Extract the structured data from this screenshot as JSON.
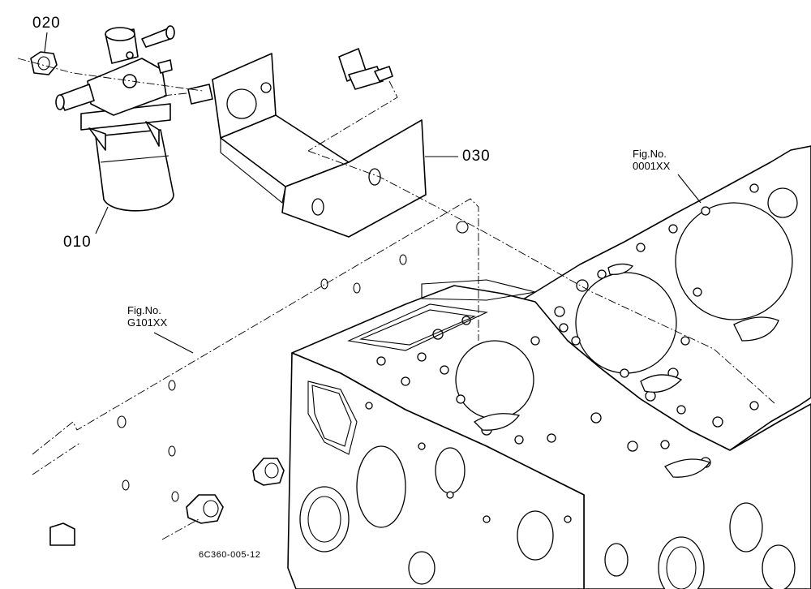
{
  "callouts": {
    "p010": "010",
    "p020": "020",
    "p030": "030"
  },
  "figure_refs": {
    "gasket": {
      "line1": "Fig.No.",
      "line2": "0001XX"
    },
    "block": {
      "line1": "Fig.No.",
      "line2": "G101XX"
    }
  },
  "drawing_code": "6C360-005-12"
}
